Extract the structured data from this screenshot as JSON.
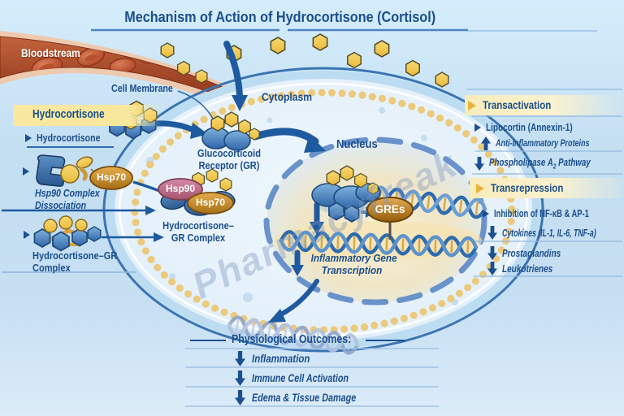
{
  "title": "Mechanism of Action of Hydrocortisone (Cortisol)",
  "watermark": "Pharmacyfreak",
  "bloodstream_label": "Bloodstream",
  "cell": {
    "membrane": "Cell Membrane",
    "cytoplasm": "Cytoplasm",
    "nucleus": "Nucleus",
    "gr1": "Glucocorticoid",
    "gr2": "Receptor (GR)",
    "cx1": "Hydrocortisone–",
    "cx2": "GR Complex",
    "hsp90": "Hsp90",
    "hsp70": "Hsp70",
    "gres": "GREs",
    "tr1": "Inflammatory Gene",
    "tr2": "Transcription"
  },
  "left": {
    "banner": "Hydrocortisone",
    "item": "Hydrocortisone",
    "hsp70": "Hsp70",
    "d1": "Hsp90 Complex",
    "d2": "Dissociation",
    "c1": "Hydrocortisone–GR",
    "c2": "Complex"
  },
  "panel": {
    "h1": "Transactivation",
    "a1": "Lipocortin (Annexin-1)",
    "a2": "Anti-Inflammatory Proteins",
    "a3pre": "Phospholipase A",
    "a3sub": "2",
    "a3post": " Pathway",
    "h2": "Transrepression",
    "b1": "Inhibition of NF-κB & AP-1",
    "b2": "Cytokines (IL-1, IL-6, TNF-a)",
    "b3": "Prostaglandins",
    "b4": "Leukotrienes"
  },
  "outcomes": {
    "header": "Physiological Outcomes:",
    "items": [
      "Inflammation",
      "Immune Cell Activation",
      "Edema & Tissue Damage"
    ]
  },
  "palette": {
    "label_blue": "#1b4e8c",
    "arrow_blue": "#1d5aa0",
    "hexagon_yellow": "#f3cb58",
    "molecule_blue": "#3f78b8",
    "membrane_bead": "#ecca7c",
    "vessel_red": "#a3441f",
    "hsp70_orange": "#c07c1e",
    "hsp90_pink": "#b85f83",
    "gres_brown": "#a96a14",
    "header_band_cream": "#f8ecba",
    "nucleus_warm": "#f3ead0"
  }
}
